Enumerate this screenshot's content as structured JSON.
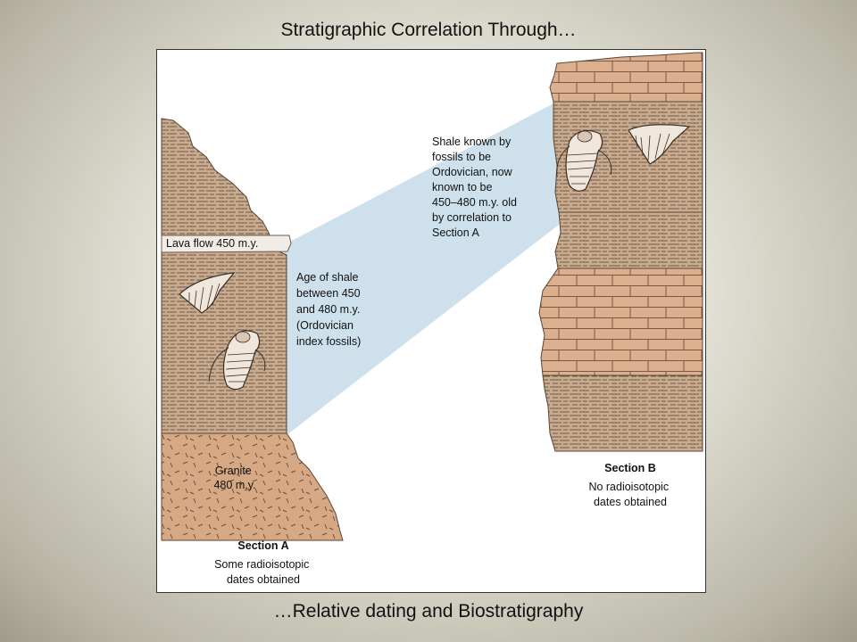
{
  "slide": {
    "title": "Stratigraphic Correlation Through…",
    "subtitle": "…Relative dating and Biostratigraphy"
  },
  "section_a": {
    "lava_label": "Lava flow 450 m.y.",
    "shale_note": [
      "Age of shale",
      "between 450",
      "and 480 m.y.",
      "(Ordovician",
      "index fossils)"
    ],
    "granite_label": [
      "Granite",
      "480 m.y."
    ],
    "title": "Section A",
    "caption": [
      "Some radioisotopic",
      "dates obtained"
    ]
  },
  "section_b": {
    "shale_note": [
      "Shale known by",
      "fossils to be",
      "Ordovician, now",
      "known to be",
      "450–480 m.y. old",
      "by correlation to",
      "Section A"
    ],
    "title": "Section B",
    "caption": [
      "No radioisotopic",
      "dates obtained"
    ]
  },
  "colors": {
    "shale": "#c9ab8e",
    "limestone": "#dcb08f",
    "granite": "#d6a883",
    "correlation_band": "#c4dbe8",
    "background": "#e3e1d6"
  }
}
